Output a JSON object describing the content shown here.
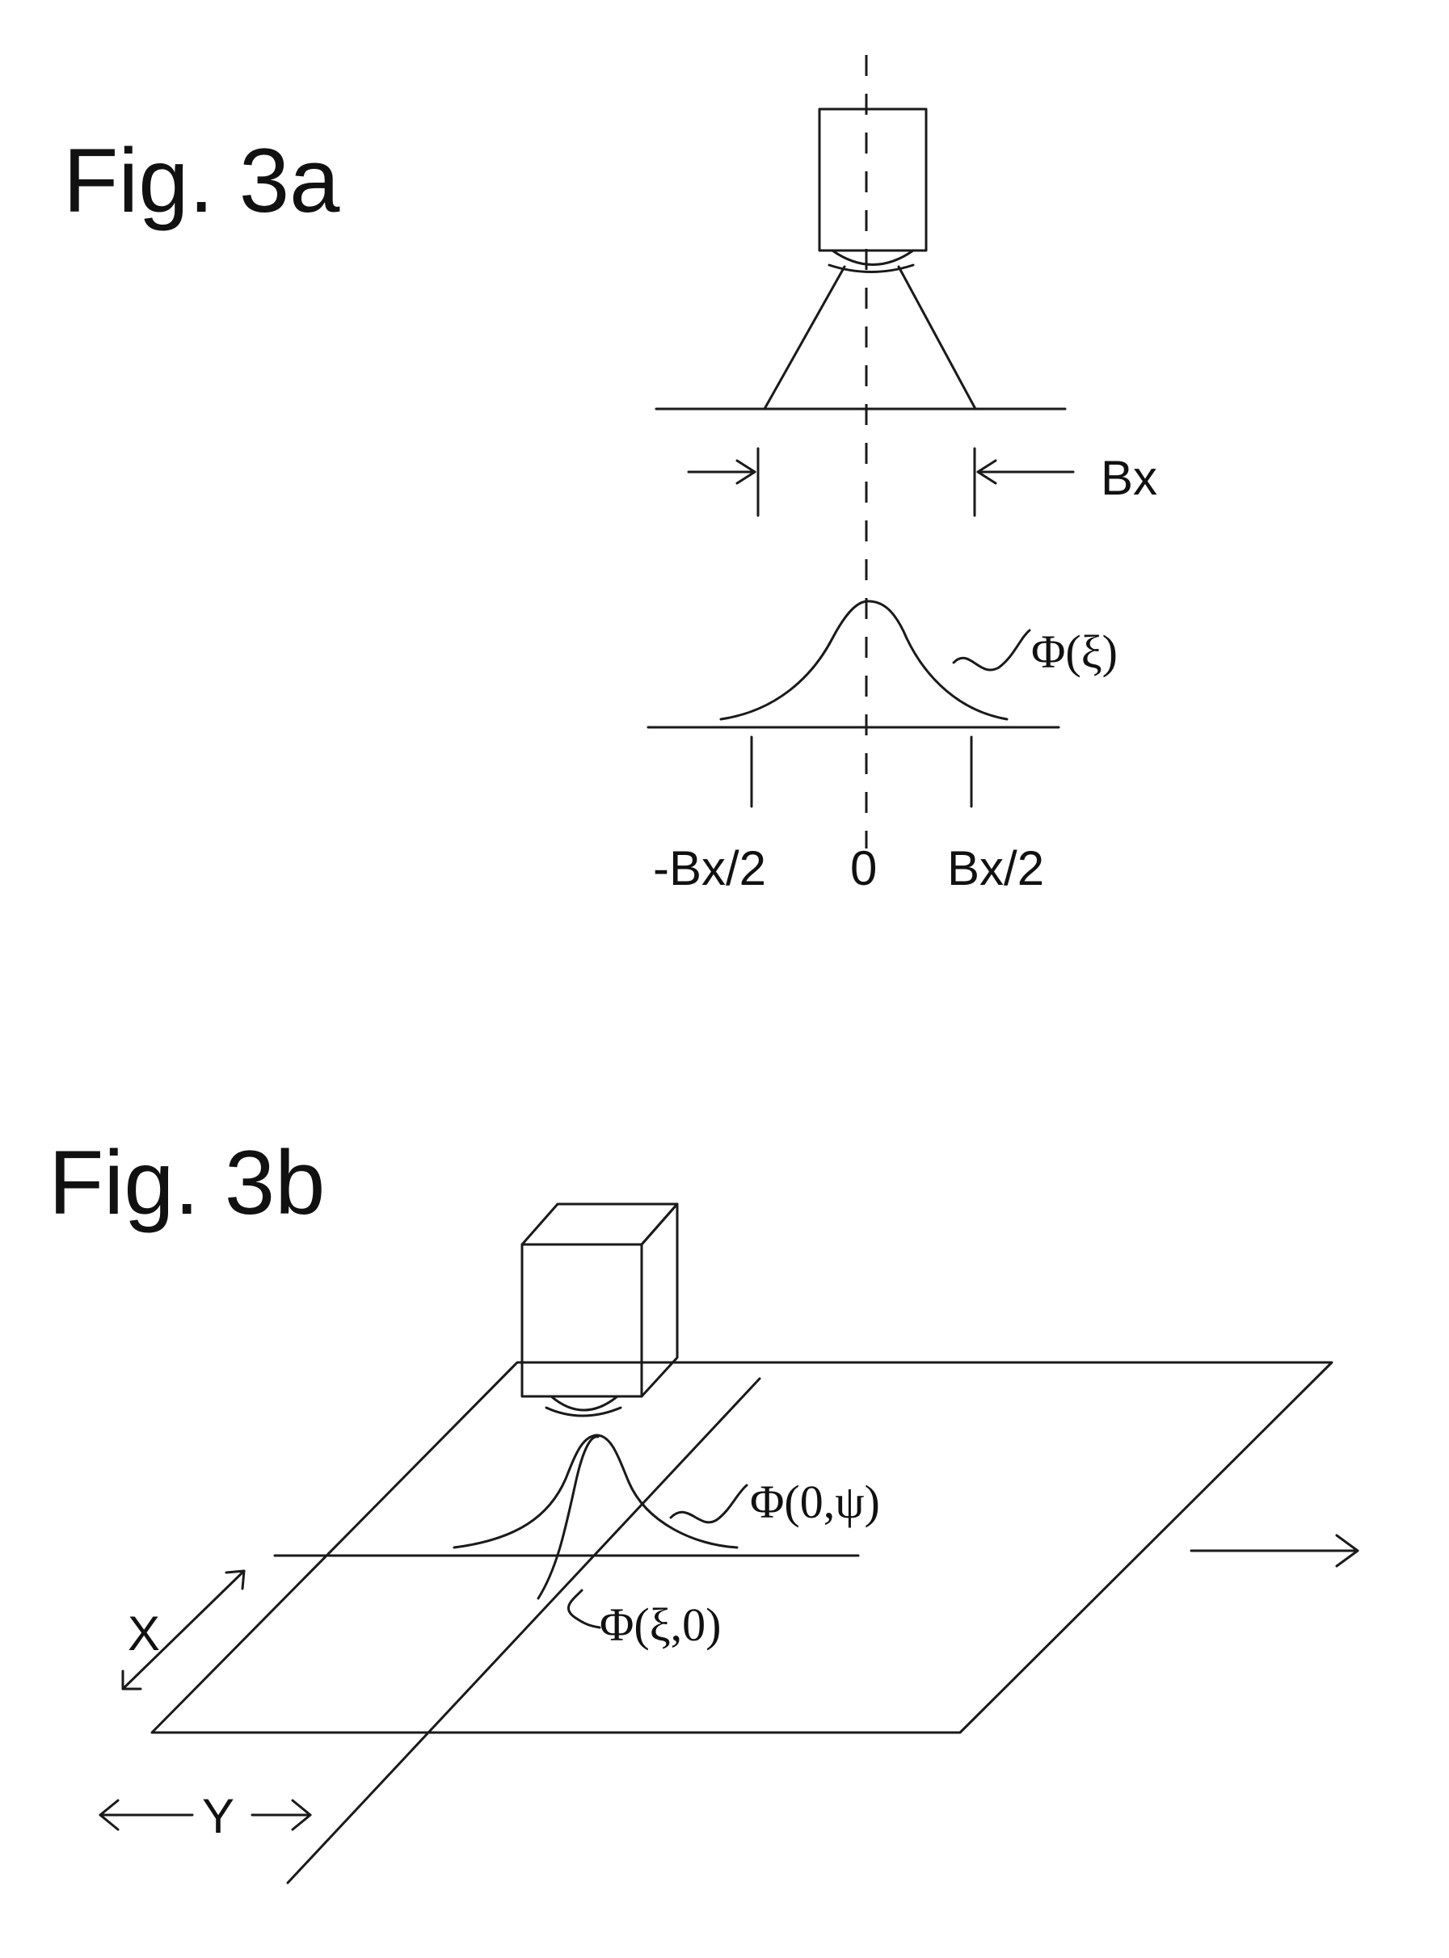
{
  "fig3a": {
    "title": "Fig. 3a",
    "width_label": "Bx",
    "profile_label": "Φ(ξ)",
    "tick_left": "-Bx/2",
    "tick_center": "0",
    "tick_right": "Bx/2"
  },
  "fig3b": {
    "title": "Fig. 3b",
    "profile_y_label": "Φ(0,ψ)",
    "profile_x_label": "Φ(ξ,0)",
    "axis_x_label": "X",
    "axis_y_label": "Y"
  }
}
